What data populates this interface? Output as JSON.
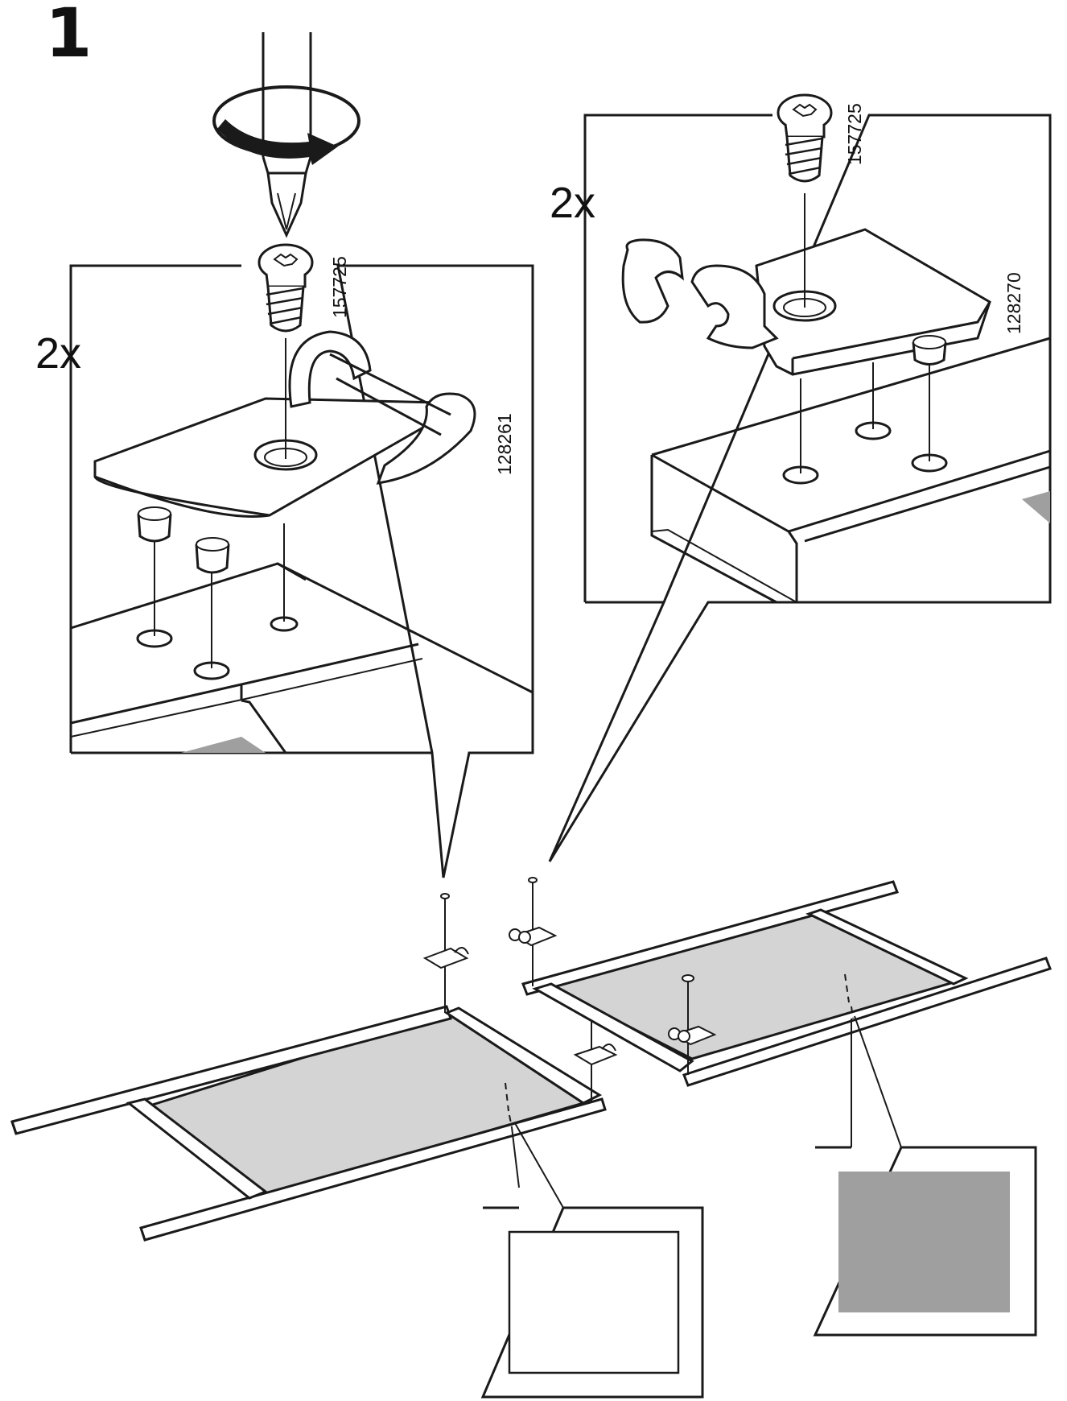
{
  "instruction": {
    "step_number": "1",
    "detail_left": {
      "quantity": "2x",
      "screw_part": "157725",
      "bracket_part": "128261"
    },
    "detail_right": {
      "quantity": "2x",
      "screw_part": "157725",
      "bracket_part": "128270"
    }
  },
  "icons": {
    "screwdriver": "screwdriver-icon",
    "rotation": "clockwise-rotation-icon",
    "screw": "torx-screw-icon"
  },
  "colors": {
    "line": "#1a1a1a",
    "panel_light": "#d4d4d4",
    "panel_dark": "#a09fa0",
    "background": "#ffffff"
  }
}
